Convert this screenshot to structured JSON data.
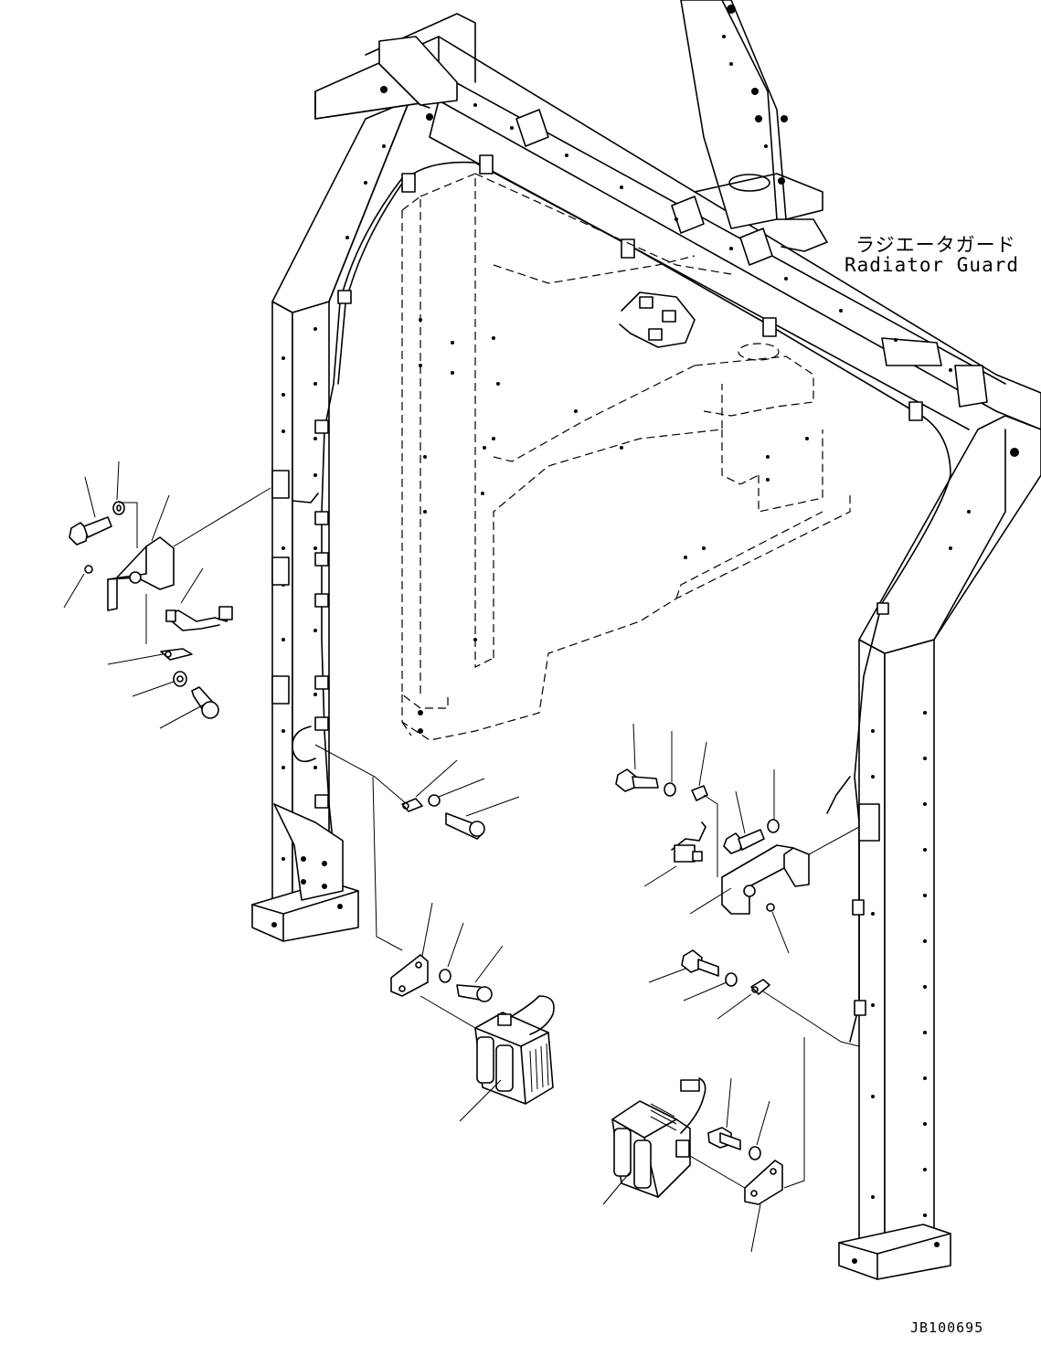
{
  "title_label": {
    "japanese": "ラジエータガード",
    "english": "Radiator Guard"
  },
  "drawing_id": "JB100695",
  "parts": [
    {
      "name": "bolt"
    },
    {
      "name": "washer"
    },
    {
      "name": "bracket"
    },
    {
      "name": "nut"
    },
    {
      "name": "wiring-harness"
    },
    {
      "name": "clip"
    },
    {
      "name": "work-lamp"
    },
    {
      "name": "lamp-bracket"
    }
  ]
}
